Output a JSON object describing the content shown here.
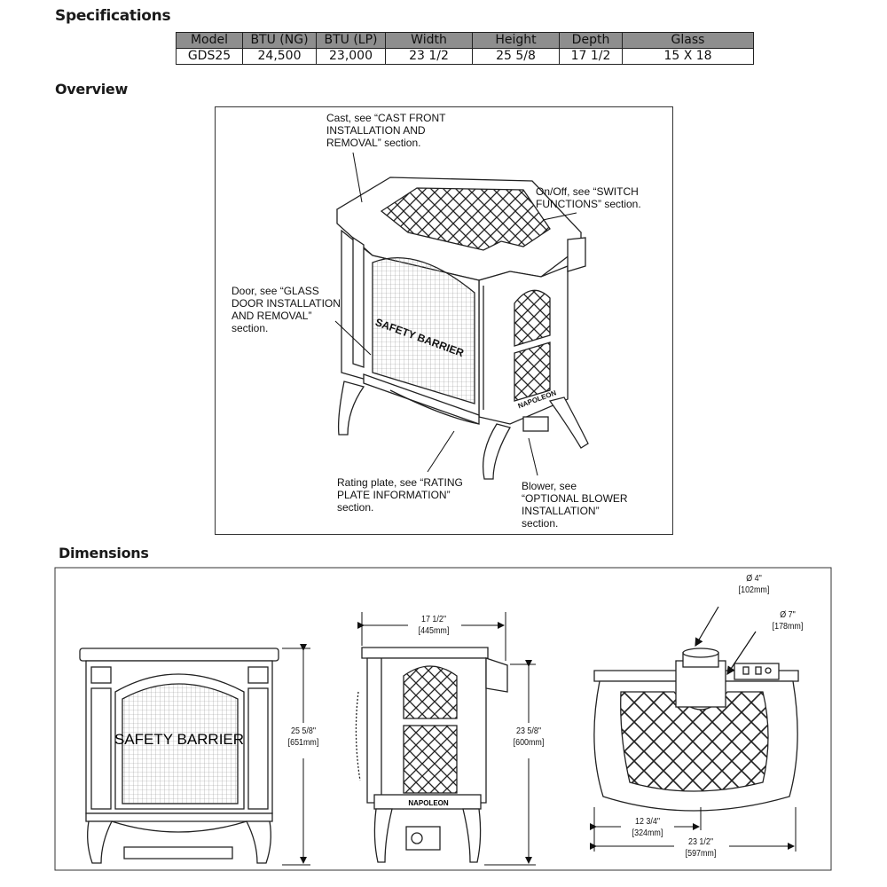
{
  "headings": {
    "specifications": "Specifications",
    "overview": "Overview",
    "dimensions": "Dimensions"
  },
  "spec_table": {
    "headers": [
      "Model",
      "BTU (NG)",
      "BTU (LP)",
      "Width",
      "Height",
      "Depth",
      "Glass"
    ],
    "row": [
      "GDS25",
      "24,500",
      "23,000",
      "23 1/2",
      "25 5/8",
      "17 1/2",
      "15 X 18"
    ]
  },
  "overview": {
    "cast_label": [
      "Cast, see “CAST FRONT",
      "INSTALLATION AND",
      "REMOVAL” section."
    ],
    "onoff_label": [
      "On/Off, see “SWITCH",
      "FUNCTIONS” section."
    ],
    "door_label": [
      "Door, see “GLASS",
      "DOOR INSTALLATION",
      "AND REMOVAL”",
      "section."
    ],
    "rating_label": [
      "Rating plate, see “RATING",
      "PLATE INFORMATION”",
      "section."
    ],
    "blower_label": [
      "Blower, see",
      "“OPTIONAL BLOWER",
      "INSTALLATION”",
      "section."
    ],
    "barrier_text": "SAFETY BARRIER",
    "brand_text": "NAPOLEON"
  },
  "dimensions": {
    "front_barrier": "SAFETY BARRIER",
    "front_height": [
      "25 5/8\"",
      "[651mm]"
    ],
    "side_depth": [
      "17 1/2\"",
      "[445mm]"
    ],
    "side_height": [
      "23 5/8\"",
      "[600mm]"
    ],
    "side_brand": "NAPOLEON",
    "top_vent_inner": [
      "Ø 4\"",
      "[102mm]"
    ],
    "top_vent_outer": [
      "Ø 7\"",
      "[178mm]"
    ],
    "top_half_width": [
      "12 3/4\"",
      "[324mm]"
    ],
    "top_full_width": [
      "23 1/2\"",
      "[597mm]"
    ]
  }
}
